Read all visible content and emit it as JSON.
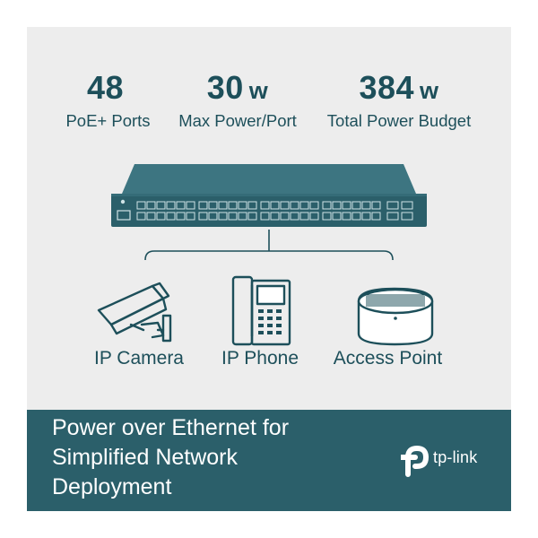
{
  "stats": [
    {
      "value": "48",
      "unit": "",
      "label": "PoE+ Ports"
    },
    {
      "value": "30",
      "unit": "w",
      "label": "Max Power/Port"
    },
    {
      "value": "384",
      "unit": "w",
      "label": "Total Power Budget"
    }
  ],
  "devices": [
    {
      "label": "IP Camera",
      "icon": "ip-camera-icon"
    },
    {
      "label": "IP Phone",
      "icon": "ip-phone-icon"
    },
    {
      "label": "Access Point",
      "icon": "access-point-icon"
    }
  ],
  "switch_icon": "poe-switch-icon",
  "footer": {
    "line1": "Power over Ethernet for",
    "line2": "Simplified Network",
    "line3": "Deployment"
  },
  "brand": {
    "name": "tp-link",
    "icon": "tp-link-logo-icon"
  },
  "colors": {
    "background": "#ededed",
    "primary": "#1d4f5a",
    "switch": "#2b5f6a",
    "footer": "#2b5f6a",
    "text_on_dark": "#ffffff"
  }
}
